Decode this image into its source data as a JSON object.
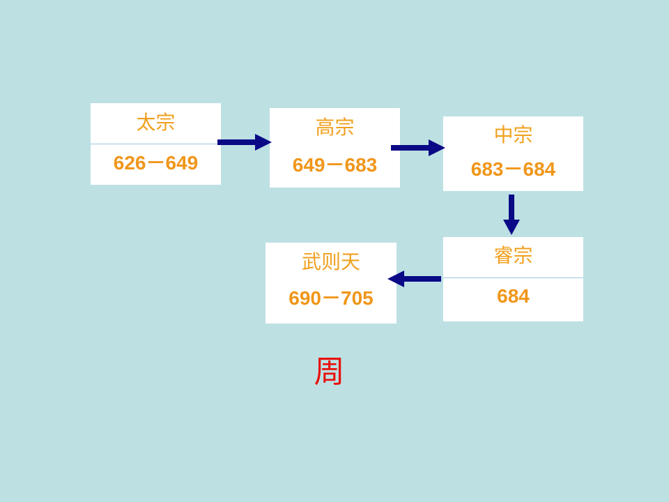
{
  "nodes": [
    {
      "name": "太宗",
      "years": "626－649"
    },
    {
      "name": "高宗",
      "years": "649－683"
    },
    {
      "name": "中宗",
      "years": "683－684"
    },
    {
      "name": "睿宗",
      "years": "684"
    },
    {
      "name": "武则天",
      "years": "690－705"
    }
  ],
  "footer_label": "周",
  "colors": {
    "background": "#bde0e3",
    "box": "#ffffff",
    "name_text": "#f0a01e",
    "year_text": "#f0961a",
    "arrow": "#0a0a86",
    "footer_text": "#e8120c"
  }
}
